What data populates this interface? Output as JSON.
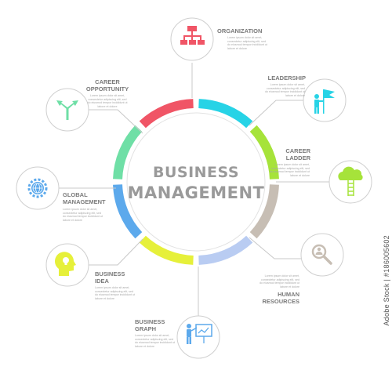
{
  "title": {
    "line1": "BUSINESS",
    "line2": "MANAGEMENT"
  },
  "nodes": [
    {
      "label1": "ORGANIZATION",
      "label2": "",
      "icon": "org-chart-icon",
      "color": "#f05566"
    },
    {
      "label1": "LEADERSHIP",
      "label2": "",
      "icon": "leader-flag-icon",
      "color": "#27d3e6"
    },
    {
      "label1": "CAREER",
      "label2": "LADDER",
      "icon": "cloud-ladder-icon",
      "color": "#a6e33a"
    },
    {
      "label1": "HUMAN",
      "label2": "RESOURCES",
      "icon": "magnifier-person-icon",
      "color": "#c7beb4"
    },
    {
      "label1": "BUSINESS",
      "label2": "GRAPH",
      "icon": "presentation-icon",
      "color": "#b9ccf2"
    },
    {
      "label1": "BUSINESS",
      "label2": "IDEA",
      "icon": "head-idea-icon",
      "color": "#e6f03a"
    },
    {
      "label1": "GLOBAL",
      "label2": "MANAGEMENT",
      "icon": "globe-gear-icon",
      "color": "#5ca9ec"
    },
    {
      "label1": "CAREER",
      "label2": "OPPORTUNITY",
      "icon": "split-arrow-icon",
      "color": "#6fdfa6"
    }
  ],
  "segment_colors": [
    "#f05566",
    "#27d3e6",
    "#a6e33a",
    "#c7beb4",
    "#b9ccf2",
    "#e6f03a",
    "#5ca9ec",
    "#6fdfa6"
  ],
  "icon_colors": {
    "organization": "#f05566",
    "leadership": "#27d3e6",
    "career_ladder": "#a6e33a",
    "human_resources": "#c7beb4",
    "business_graph": "#5ca9ec",
    "business_idea": "#e6f03a",
    "global_management": "#5ca9ec",
    "career_opportunity": "#6fdfa6"
  },
  "desc_text": "Lorem ipsum dolor sit amet, consectetur adipiscing elit, sed do eiusmod tempor incididunt ut labore et dolore",
  "watermark": "Adobe Stock | #186005602"
}
